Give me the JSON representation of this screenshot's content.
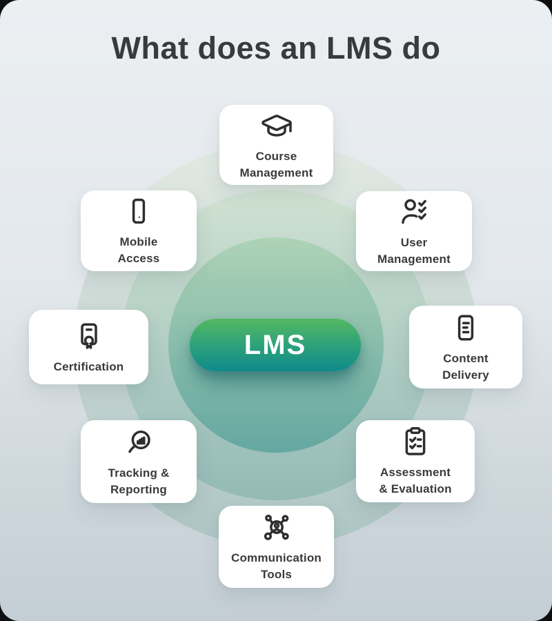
{
  "title": "What does an LMS do",
  "center": {
    "label": "LMS"
  },
  "cards": [
    {
      "name": "course-management",
      "label": "Course\nManagement",
      "icon": "graduation-cap-icon"
    },
    {
      "name": "user-management",
      "label": "User\nManagement",
      "icon": "user-checks-icon"
    },
    {
      "name": "content-delivery",
      "label": "Content\nDelivery",
      "icon": "document-icon"
    },
    {
      "name": "assessment-evaluation",
      "label": "Assessment\n& Evaluation",
      "icon": "clipboard-check-icon"
    },
    {
      "name": "communication-tools",
      "label": "Communication\nTools",
      "icon": "network-people-icon"
    },
    {
      "name": "tracking-reporting",
      "label": "Tracking &\nReporting",
      "icon": "magnifier-chart-icon"
    },
    {
      "name": "certification",
      "label": "Certification",
      "icon": "certificate-icon"
    },
    {
      "name": "mobile-access",
      "label": "Mobile\nAccess",
      "icon": "smartphone-icon"
    }
  ],
  "colors": {
    "background_top": "#ebeff2",
    "background_bottom": "#c4ced5",
    "pill_gradient_top": "#54b863",
    "pill_gradient_bottom": "#0f8a8c",
    "ring_inner_top": "#aed3b6",
    "ring_inner_bottom": "#64a7a1",
    "ring_middle_top": "#d0e2d2",
    "ring_middle_bottom": "#94bab6",
    "ring_outer_top": "#e2e9e3",
    "ring_outer_bottom": "#adc5c4",
    "card_background": "#ffffff",
    "text": "#3a3a3c",
    "icon_stroke": "#2e2e31"
  }
}
